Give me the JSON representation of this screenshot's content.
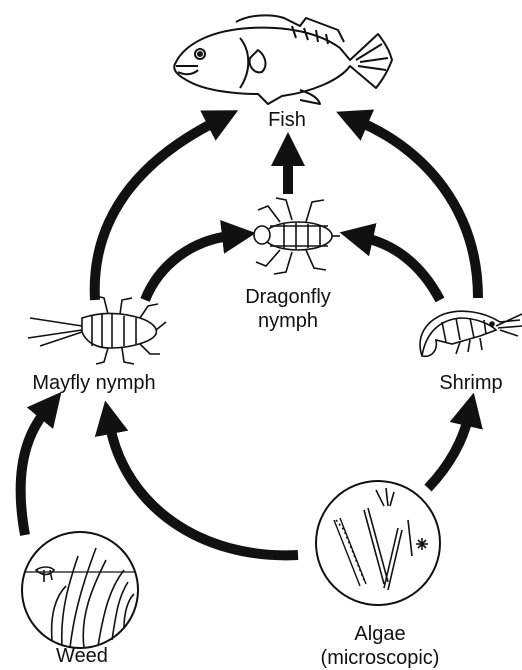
{
  "labels": {
    "fish": "Fish",
    "dragonfly_line1": "Dragonfly",
    "dragonfly_line2": "nymph",
    "mayfly": "Mayfly nymph",
    "shrimp": "Shrimp",
    "weed": "Weed",
    "algae_line1": "Algae",
    "algae_line2": "(microscopic)"
  },
  "colors": {
    "ink": "#111111",
    "background": "#ffffff"
  },
  "icons": [
    "fish-icon",
    "dragonfly-nymph-icon",
    "mayfly-nymph-icon",
    "shrimp-icon",
    "weed-icon",
    "algae-icon"
  ],
  "food_web": [
    {
      "from": "Dragonfly nymph",
      "to": "Fish"
    },
    {
      "from": "Mayfly nymph",
      "to": "Fish"
    },
    {
      "from": "Shrimp",
      "to": "Fish"
    },
    {
      "from": "Mayfly nymph",
      "to": "Dragonfly nymph"
    },
    {
      "from": "Shrimp",
      "to": "Dragonfly nymph"
    },
    {
      "from": "Weed",
      "to": "Mayfly nymph"
    },
    {
      "from": "Algae (microscopic)",
      "to": "Mayfly nymph"
    },
    {
      "from": "Algae (microscopic)",
      "to": "Shrimp"
    }
  ]
}
